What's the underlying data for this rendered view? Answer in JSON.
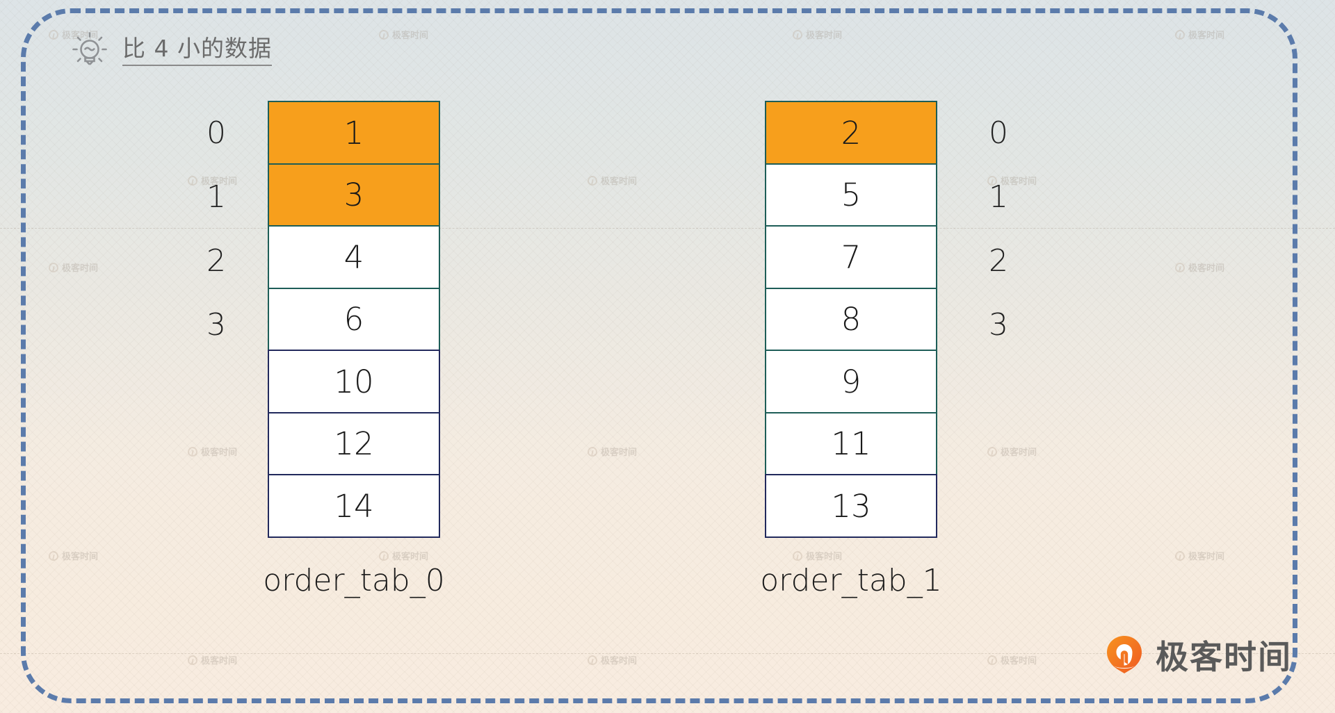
{
  "note": {
    "icon": "lightbulb-icon",
    "text": "比 4 小的数据"
  },
  "colors": {
    "highlight": "#f79f1c",
    "cell_border_teal": "#1d5d57",
    "cell_border_navy": "#21295c",
    "frame_dashed": "#5b7bab",
    "brand_orange": "#f0772a",
    "text": "#1a1a1a"
  },
  "tables": [
    {
      "caption": "order_tab_0",
      "index_side": "left",
      "indices": [
        "0",
        "1",
        "2",
        "3"
      ],
      "cells": [
        {
          "value": "1",
          "highlight": true,
          "border": "teal"
        },
        {
          "value": "3",
          "highlight": true,
          "border": "teal"
        },
        {
          "value": "4",
          "highlight": false,
          "border": "teal"
        },
        {
          "value": "6",
          "highlight": false,
          "border": "teal"
        },
        {
          "value": "10",
          "highlight": false,
          "border": "navy"
        },
        {
          "value": "12",
          "highlight": false,
          "border": "navy"
        },
        {
          "value": "14",
          "highlight": false,
          "border": "navy"
        }
      ]
    },
    {
      "caption": "order_tab_1",
      "index_side": "right",
      "indices": [
        "0",
        "1",
        "2",
        "3"
      ],
      "cells": [
        {
          "value": "2",
          "highlight": true,
          "border": "teal"
        },
        {
          "value": "5",
          "highlight": false,
          "border": "teal"
        },
        {
          "value": "7",
          "highlight": false,
          "border": "teal"
        },
        {
          "value": "8",
          "highlight": false,
          "border": "teal"
        },
        {
          "value": "9",
          "highlight": false,
          "border": "teal"
        },
        {
          "value": "11",
          "highlight": false,
          "border": "teal"
        },
        {
          "value": "13",
          "highlight": false,
          "border": "navy"
        }
      ]
    }
  ],
  "brand": {
    "name": "极客时间",
    "mark": "geektime-logo-icon"
  },
  "watermark": {
    "text": "极客时间"
  }
}
